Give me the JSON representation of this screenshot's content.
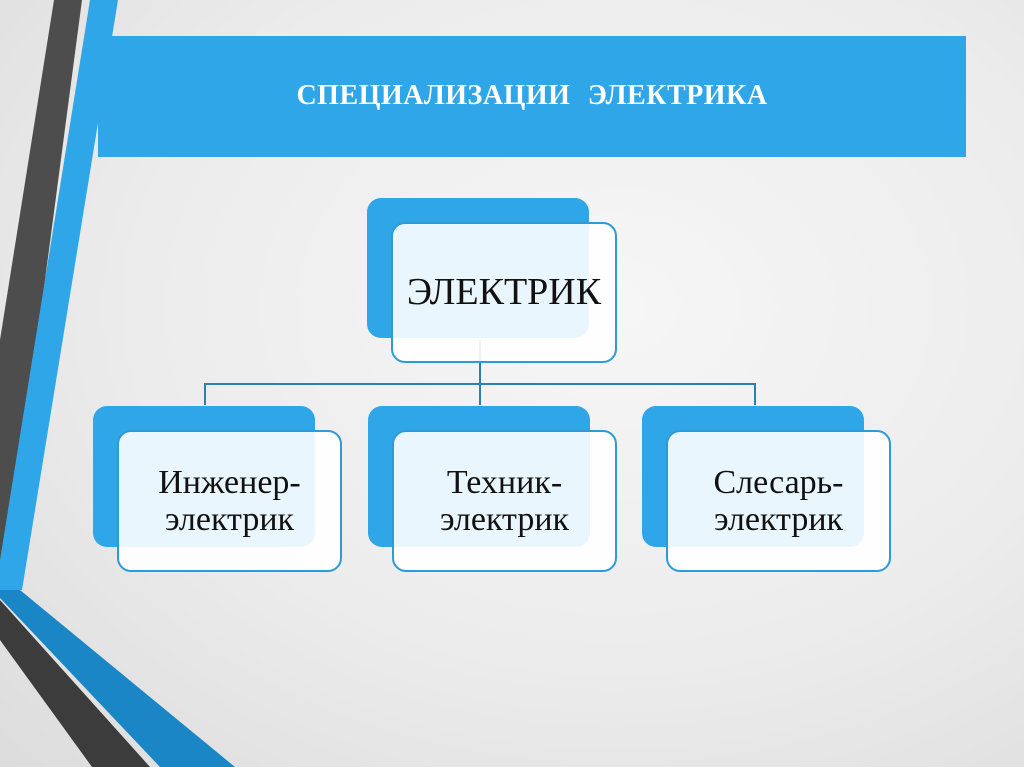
{
  "slide": {
    "title": "СПЕЦИАЛИЗАЦИИ  ЭЛЕКТРИКА",
    "colors": {
      "accent_blue": "#2ea6e8",
      "dark_stripe": "#4a4a4a",
      "deep_blue_band": "#1a86c6",
      "connector": "#2b7fb8",
      "background": "#ececec"
    }
  },
  "diagram": {
    "root": {
      "label": "ЭЛЕКТРИК"
    },
    "children": [
      {
        "label_line1": "Инженер-",
        "label_line2": "электрик"
      },
      {
        "label_line1": "Техник-",
        "label_line2": "электрик"
      },
      {
        "label_line1": "Слесарь-",
        "label_line2": "электрик"
      }
    ]
  }
}
